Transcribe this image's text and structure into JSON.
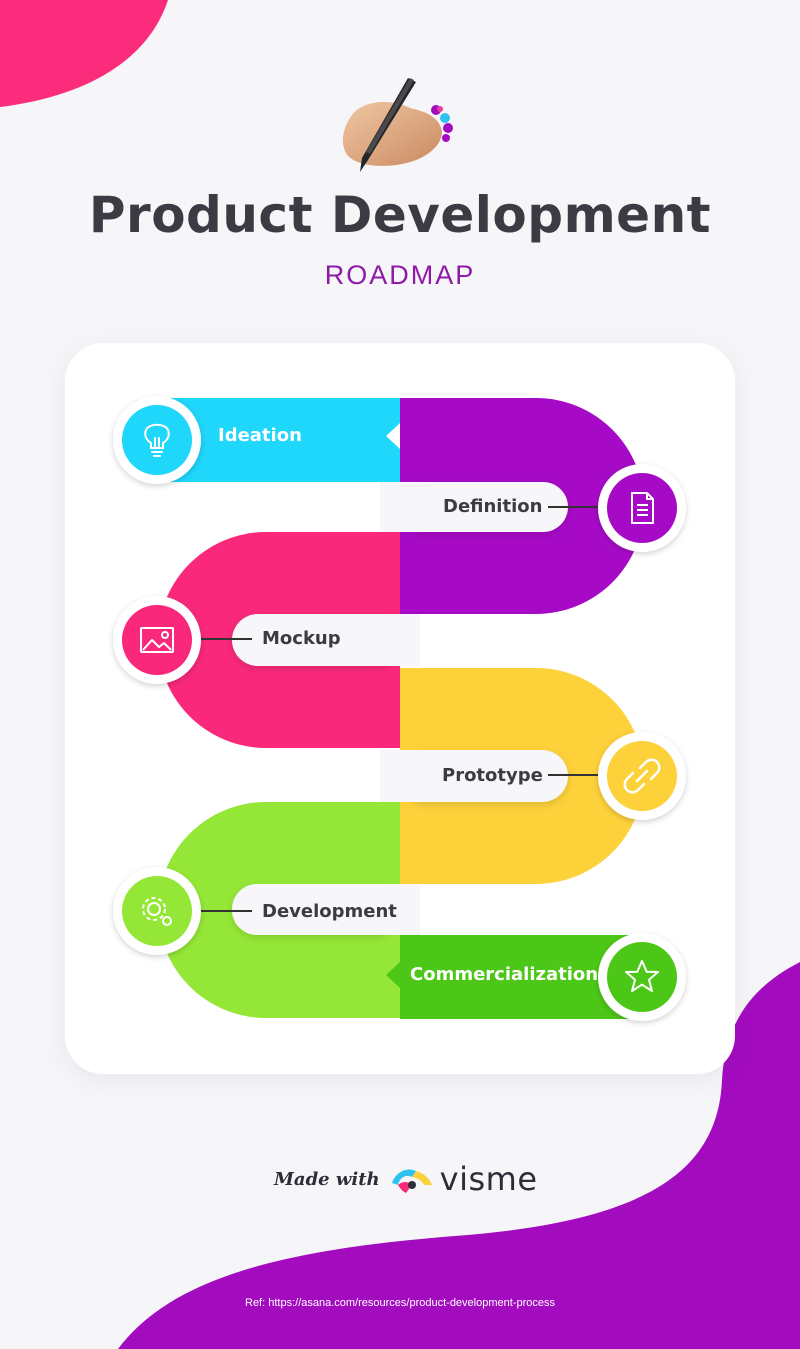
{
  "header": {
    "title": "Product Development",
    "subtitle": "ROADMAP"
  },
  "stages": [
    {
      "label": "Ideation",
      "icon": "lightbulb-icon",
      "color": "#1fd6fb"
    },
    {
      "label": "Definition",
      "icon": "document-icon",
      "color": "#a60ac6"
    },
    {
      "label": "Mockup",
      "icon": "image-icon",
      "color": "#f9287a"
    },
    {
      "label": "Prototype",
      "icon": "link-icon",
      "color": "#fdd13a"
    },
    {
      "label": "Development",
      "icon": "gears-icon",
      "color": "#94e736"
    },
    {
      "label": "Commercialization",
      "icon": "star-icon",
      "color": "#4dc717"
    }
  ],
  "footer": {
    "made_with": "Made with",
    "brand": "visme",
    "reference": "Ref: https://asana.com/resources/product-development-process"
  },
  "colors": {
    "background": "#f6f6f9",
    "accent_pink": "#fb2c7b",
    "accent_purple": "#a30bbf",
    "title": "#3b3b44",
    "subtitle": "#8e1aa8"
  }
}
